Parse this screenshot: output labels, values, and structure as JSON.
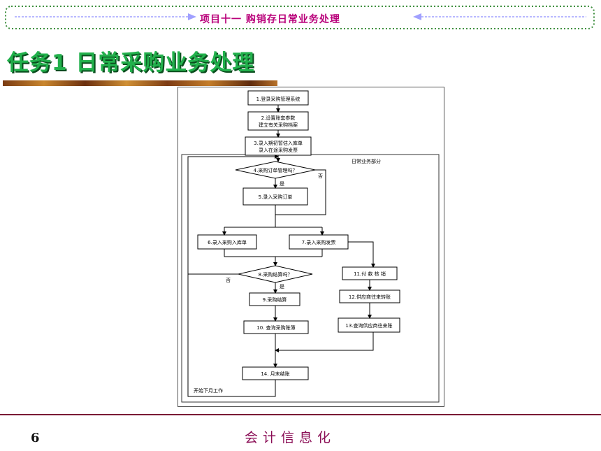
{
  "header": {
    "title": "项目十一 购销存日常业务处理"
  },
  "task": {
    "title": "任务1  日常采购业务处理"
  },
  "flowchart": {
    "region_label": "日常业务部分",
    "steps": {
      "s1": "1.登录采购管理系统",
      "s2a": "2.设置账套参数",
      "s2b": "建立有关采购档案",
      "s3a": "3.录入期初暂估入库单",
      "s3b": "录入在途采购发票",
      "d4": "4.采购订单管理吗？",
      "s5": "5.录入采购订单",
      "s6": "6.录入采购入库单",
      "s7": "7.录入采购发票",
      "d8": "8.采购结算吗？",
      "s9": "9.采购结算",
      "s10": "10. 查询采购账簿",
      "s11": "11.付 款 核 销",
      "s12": "12.供应商往来转账",
      "s13": "13.查询供应商往来账",
      "s14": "14. 月末结账"
    },
    "labels": {
      "yes": "是",
      "no": "否",
      "next_month": "开始下月工作"
    }
  },
  "footer": {
    "page": "6",
    "title": "会计信息化"
  },
  "colors": {
    "header_text": "#b9007a",
    "task_title": "#22b14c",
    "footer_line": "#7a1a35",
    "footer_text": "#8a0d55"
  }
}
